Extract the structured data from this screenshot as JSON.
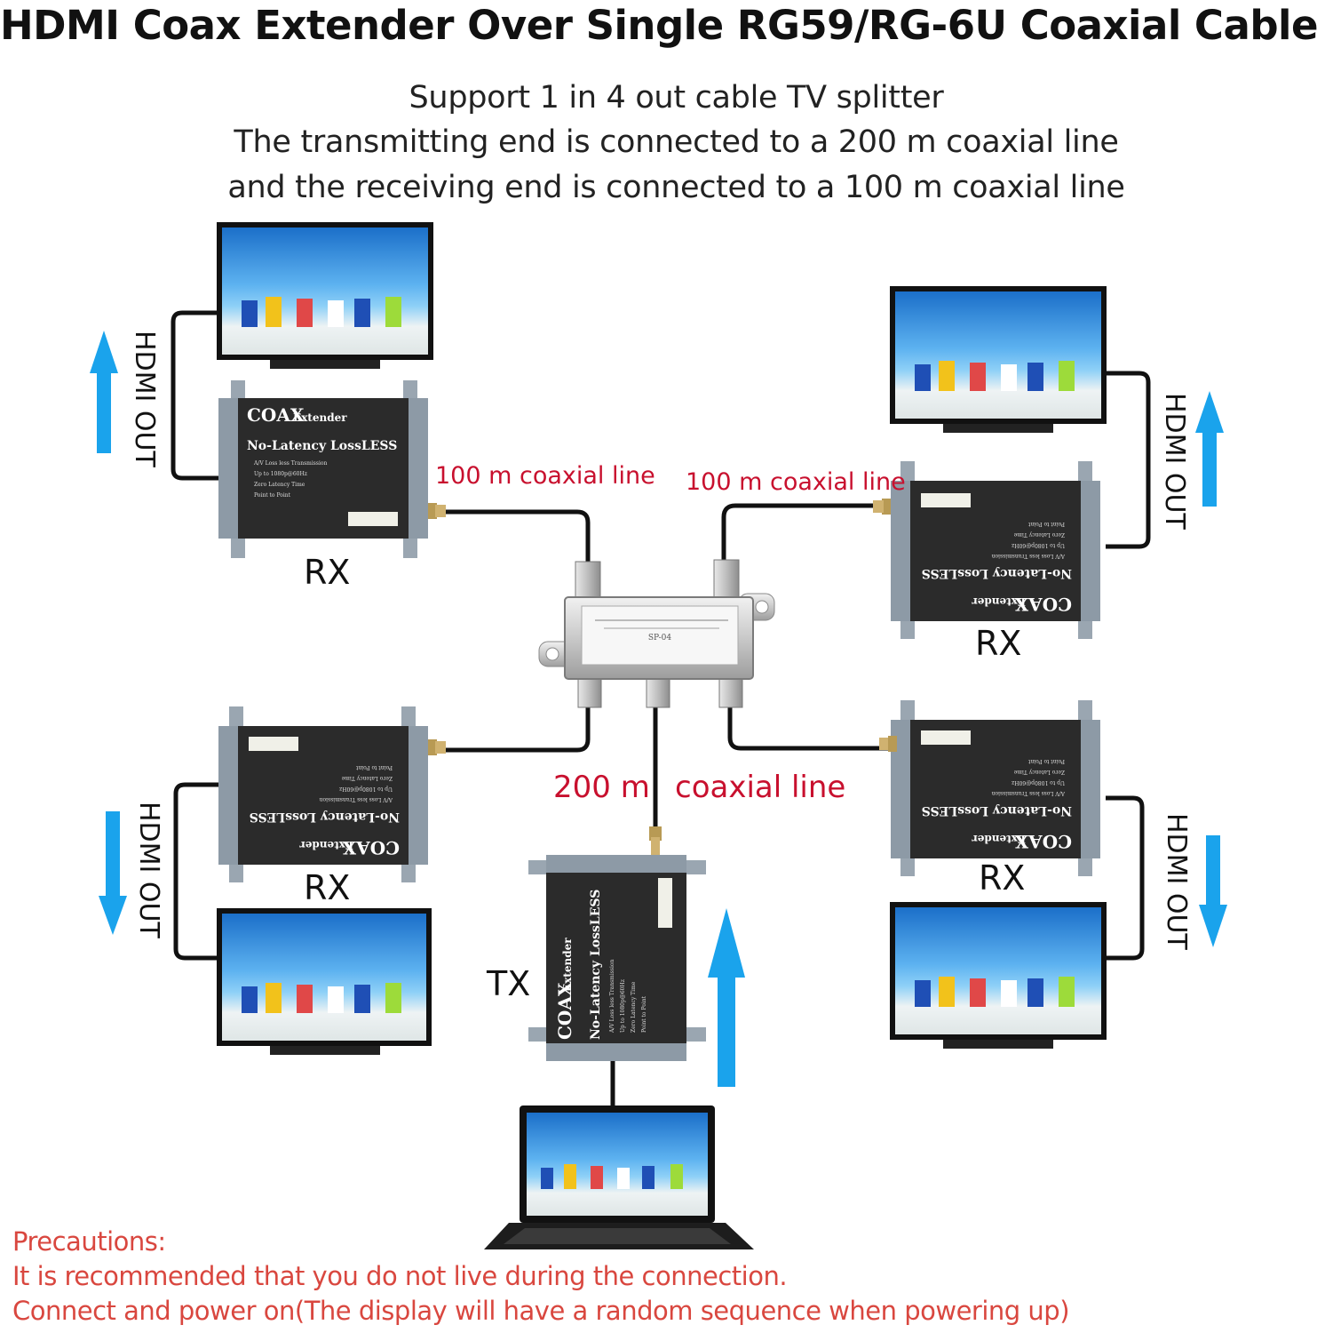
{
  "title": "HDMI Coax Extender Over Single RG59/RG-6U Coaxial Cable",
  "subtitle": [
    "Support 1 in 4 out cable TV splitter",
    "The transmitting end is connected to a 200 m coaxial line",
    "and the receiving end is connected to a 100 m coaxial line"
  ],
  "cable_labels": {
    "left_top": "100 m coaxial line",
    "right_top": "100 m coaxial line",
    "tx_length": "200 m",
    "tx_type": "coaxial line"
  },
  "devices": {
    "rx_label": "RX",
    "tx_label": "TX",
    "brand": "COAX",
    "brand_suffix": "Extender",
    "headline": "No-Latency LossLESS",
    "features": [
      "A/V Loss less Transmission",
      "Up to 1080p@60Hz",
      "Zero Latency Time",
      "Point to Point"
    ],
    "splitter_model": "SP-04"
  },
  "hdmi_out_label": "HDMI OUT",
  "precautions": {
    "heading": "Precautions:",
    "lines": [
      "It is recommended that you do not live during the connection.",
      "Connect and power on(The display will have a random sequence when powering up)"
    ]
  },
  "colors": {
    "title": "#111111",
    "cable_label": "#c8102e",
    "precautions": "#d9473f",
    "arrow": "#1aa3ec",
    "device_body": "#2b2b2b",
    "device_side": "#8d9aa6"
  },
  "icons": [
    "arrow-up-icon",
    "arrow-down-icon"
  ]
}
